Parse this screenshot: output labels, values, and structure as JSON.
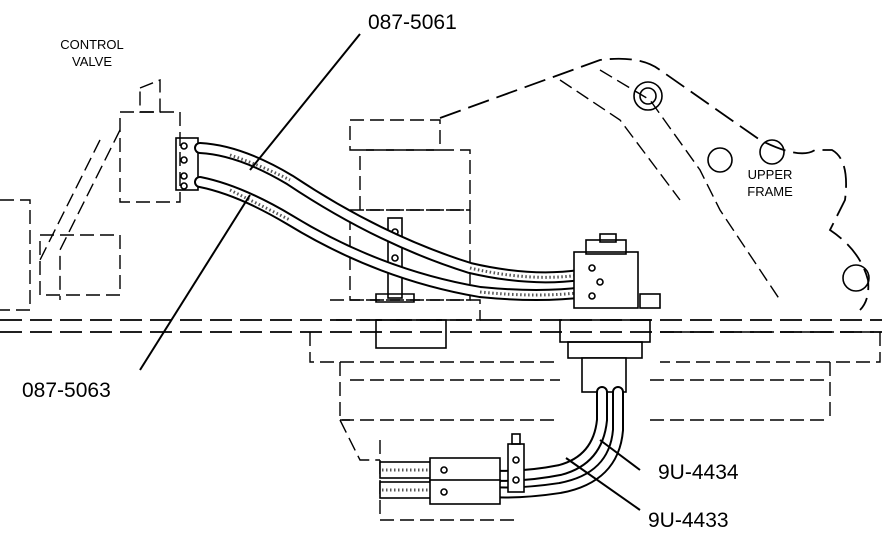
{
  "labels": {
    "control_valve_line1": "CONTROL",
    "control_valve_line2": "VALVE",
    "upper_frame_line1": "UPPER",
    "upper_frame_line2": "FRAME",
    "part_087_5061": "087-5061",
    "part_087_5063": "087-5063",
    "part_9u_4434": "9U-4434",
    "part_9u_4433": "9U-4433"
  },
  "colors": {
    "ink": "#000000",
    "paper": "#ffffff"
  }
}
